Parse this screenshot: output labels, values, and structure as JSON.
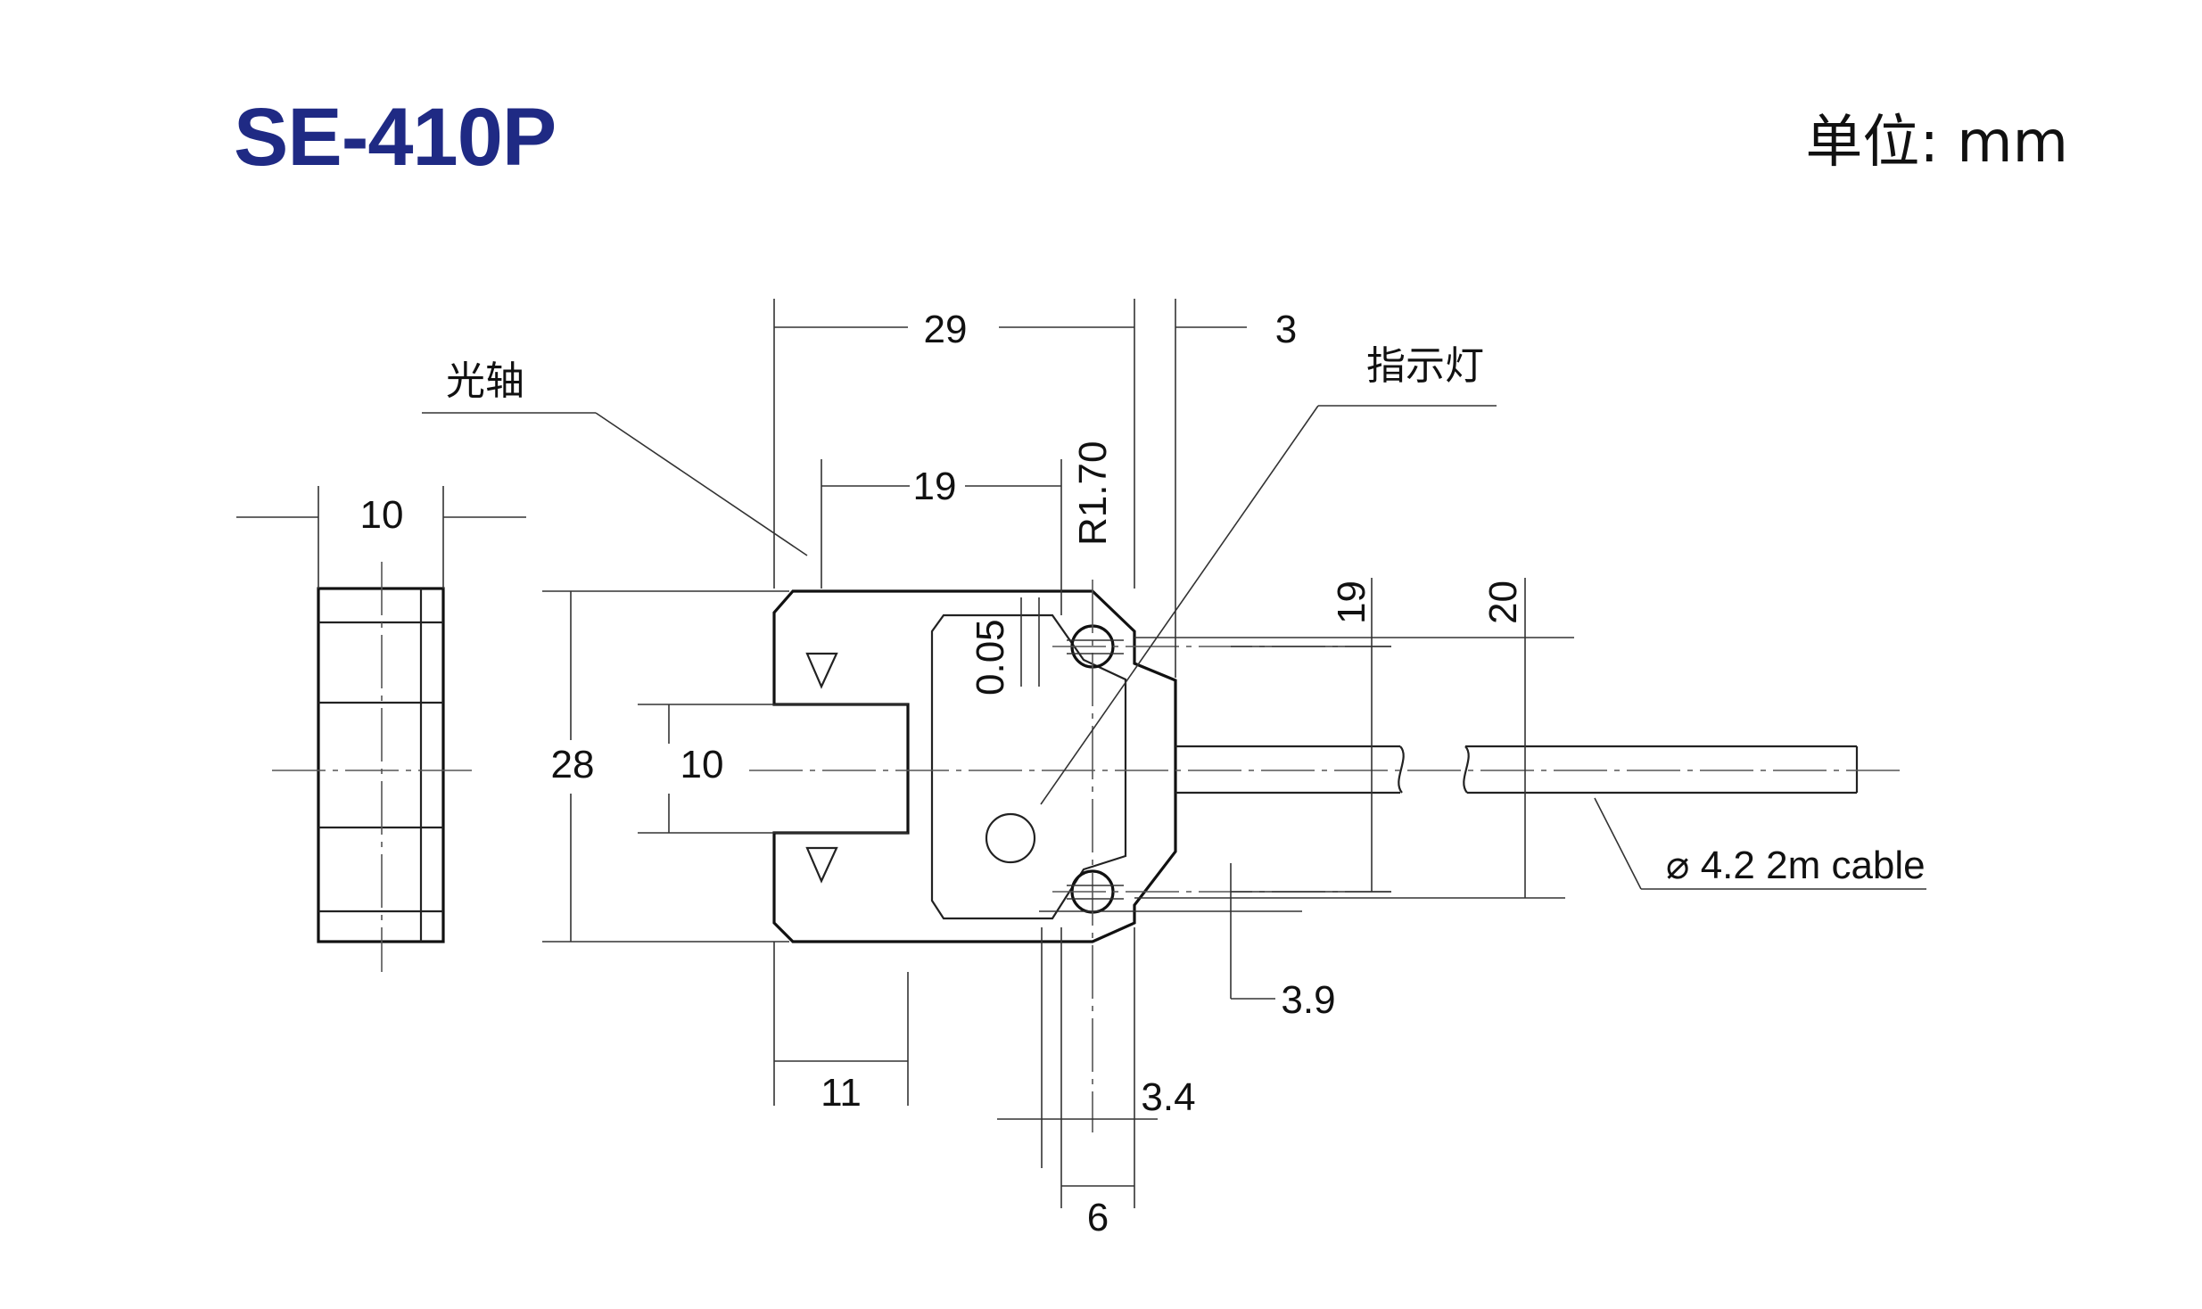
{
  "header": {
    "title": "SE-410P",
    "unit": "单位: mm"
  },
  "callouts": {
    "optical_axis": "光轴",
    "indicator": "指示灯",
    "cable": "⌀ 4.2 2m cable"
  },
  "dimensions": {
    "top_width": "29",
    "top_offset": "3",
    "upper_width": "19",
    "radius": "R1.70",
    "side_width": "10",
    "height": "28",
    "slot_width": "10",
    "gap": "0.05",
    "hole_pitch": "19",
    "body_height": "20",
    "bottom_width": "11",
    "hole_offset": "3.9",
    "hole_spacing": "3.4",
    "bottom_offset": "6"
  }
}
